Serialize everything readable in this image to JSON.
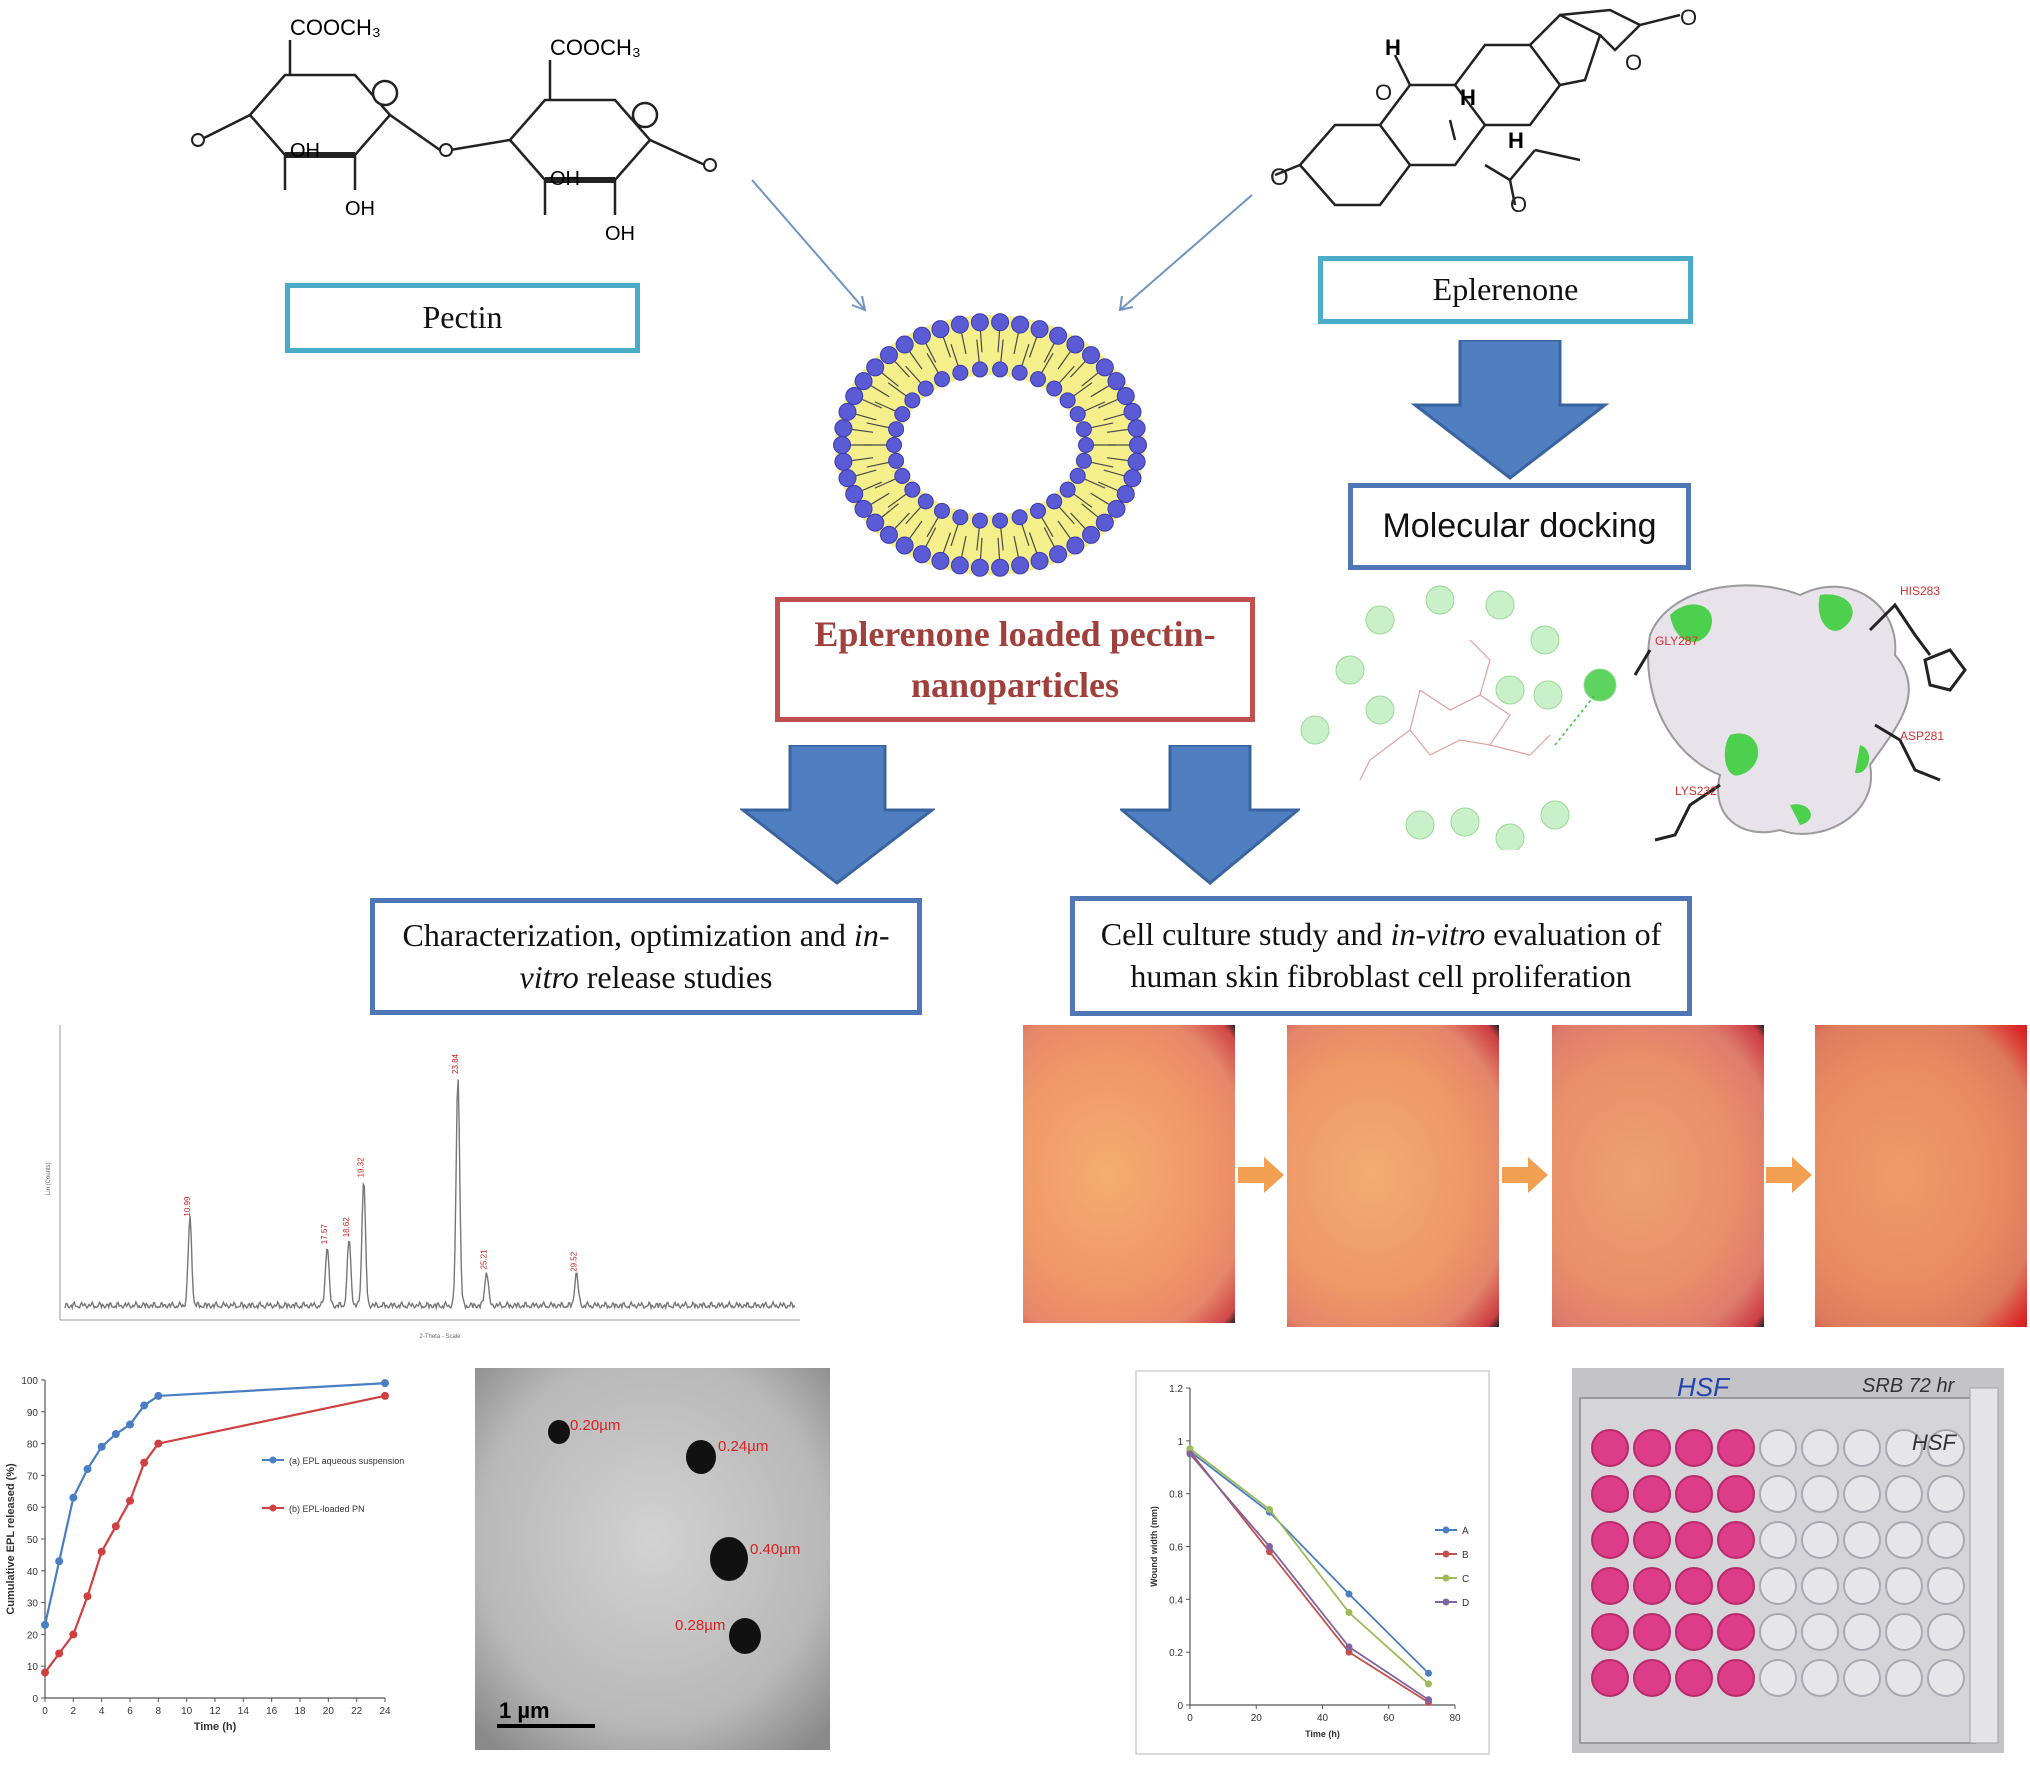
{
  "chem": {
    "pectin_groups": {
      "cooch3_left": "COOCH₃",
      "cooch3_right": "COOCH₃",
      "oh_1": "OH",
      "oh_2": "OH",
      "oh_3": "OH",
      "oh_4": "OH"
    },
    "eplerenone_h": {
      "h_top": "H",
      "h_mid": "H",
      "h_bottom": "H"
    }
  },
  "boxes": {
    "pectin": "Pectin",
    "eplerenone": "Eplerenone",
    "docking": "Molecular docking",
    "nanoparticles_line1": "Eplerenone  loaded  pectin-",
    "nanoparticles_line2": "nanoparticles",
    "characterization_line1_a": "Characterization,  optimization   and ",
    "characterization_line1_b": "in-",
    "characterization_line2_a": "vitro",
    "characterization_line2_b": " release studies",
    "cell_line1_a": "Cell culture study and ",
    "cell_line1_b": "in-vitro",
    "cell_line1_c": " evaluation of",
    "cell_line2": "human  skin  fibroblast  cell  proliferation"
  },
  "docking_residues": {
    "his": "HIS283",
    "gly": "GLY287",
    "asp": "ASP281",
    "lys": "LYS232"
  },
  "tem": {
    "sizes": [
      "0.20µm",
      "0.24µm",
      "0.40µm",
      "0.28µm"
    ],
    "scale_bar": "1 µm"
  },
  "plate": {
    "header_left": "HSF",
    "header_right": "SRB 72 hr",
    "side_label": "HSF"
  },
  "chart_data": [
    {
      "type": "line",
      "x": [
        0,
        1,
        2,
        3,
        4,
        5,
        6,
        7,
        8,
        24
      ],
      "xlabel": "Time (h)",
      "ylabel": "Cumulative EPL released (%)",
      "xlim": [
        0,
        24
      ],
      "ylim": [
        0,
        100
      ],
      "xticks": [
        "0",
        "2",
        "4",
        "6",
        "8",
        "10",
        "12",
        "14",
        "16",
        "18",
        "20",
        "22",
        "24"
      ],
      "yticks": [
        "0",
        "10",
        "20",
        "30",
        "40",
        "50",
        "60",
        "70",
        "80",
        "90",
        "100"
      ],
      "series": [
        {
          "name": "(a) EPL aqueous suspension",
          "color": "#4a7ec2",
          "values": [
            23,
            43,
            63,
            72,
            79,
            83,
            86,
            92,
            95,
            99
          ]
        },
        {
          "name": "(b) EPL-loaded PN",
          "color": "#d04040",
          "values": [
            8,
            14,
            20,
            32,
            46,
            54,
            62,
            74,
            80,
            95
          ]
        }
      ]
    },
    {
      "type": "line",
      "x": [
        0,
        24,
        48,
        72
      ],
      "xlabel": "Time (h)",
      "ylabel": "Wound width (mm)",
      "xlim": [
        0,
        80
      ],
      "ylim": [
        0,
        1.2
      ],
      "xticks": [
        "0",
        "20",
        "40",
        "60",
        "80"
      ],
      "yticks": [
        "0",
        "0.2",
        "0.4",
        "0.6",
        "0.8",
        "1",
        "1.2"
      ],
      "series": [
        {
          "name": "A",
          "color": "#4a7ec2",
          "values": [
            0.96,
            0.73,
            0.42,
            0.12
          ]
        },
        {
          "name": "B",
          "color": "#c0504d",
          "values": [
            0.96,
            0.58,
            0.2,
            0.01
          ]
        },
        {
          "name": "C",
          "color": "#9bbb59",
          "values": [
            0.97,
            0.74,
            0.35,
            0.08
          ]
        },
        {
          "name": "D",
          "color": "#8064a2",
          "values": [
            0.95,
            0.6,
            0.22,
            0.02
          ]
        }
      ]
    },
    {
      "type": "line",
      "xlabel": "2-Theta - Scale",
      "ylabel": "Lin (Counts)",
      "peak_labels": [
        "10.99",
        "17.57",
        "18.62",
        "19.32",
        "23.84",
        "25.21",
        "29.52"
      ],
      "peak_positions": [
        10.99,
        17.57,
        18.62,
        19.32,
        23.84,
        25.21,
        29.52
      ],
      "peak_heights": [
        38,
        26,
        29,
        55,
        100,
        15,
        14
      ]
    }
  ]
}
